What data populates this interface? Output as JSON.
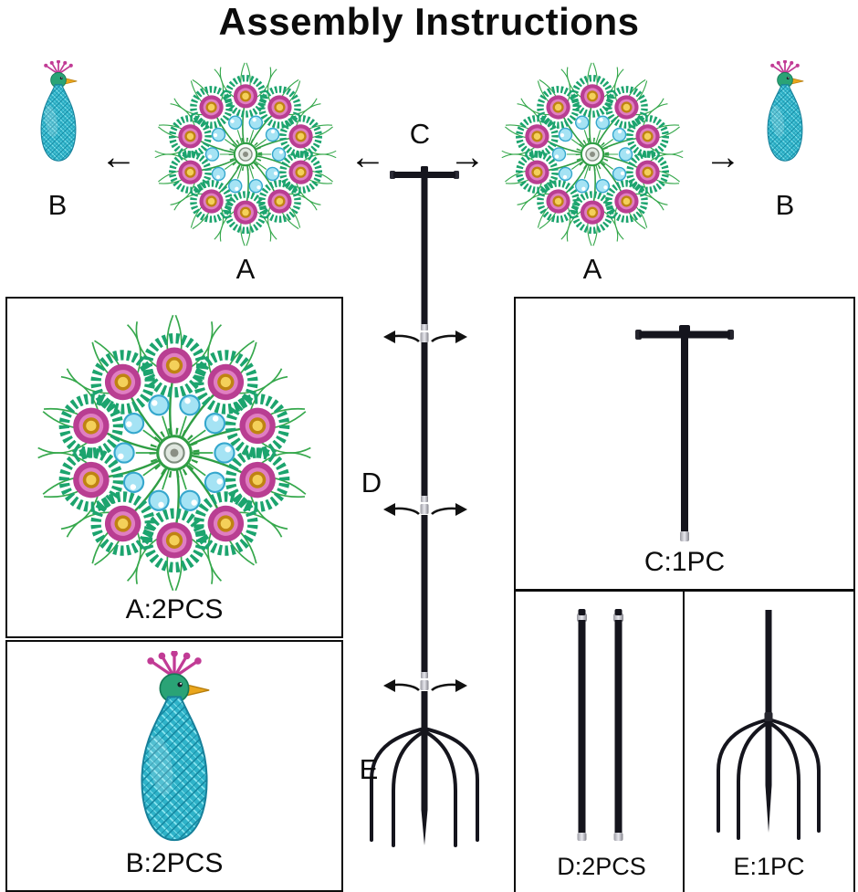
{
  "title": "Assembly Instructions",
  "icons": {
    "arrow_left": "←",
    "arrow_right": "→",
    "twist_arrow": "curved-rotation-arrow"
  },
  "diagram_labels": {
    "top_left_bird": "B",
    "top_left_wheel": "A",
    "pole_top": "C",
    "top_right_wheel": "A",
    "top_right_bird": "B",
    "pole_middle": "D",
    "pole_base": "E"
  },
  "parts": {
    "wheel": "A:2PCS",
    "bird": "B:2PCS",
    "t_pole": "C:1PC",
    "extension_poles": "D:2PCS",
    "ground_stake": "E:1PC"
  },
  "colors": {
    "feather_green": "#2f9e44",
    "feather_teal": "#1ca46e",
    "eye_magenta": "#b93e92",
    "eye_pink": "#e07ec2",
    "eye_gold": "#f4d05a",
    "bead_blue": "#a5e3f4",
    "body_teal": "#2fb3c9",
    "crown_pink": "#c13b95",
    "beak_gold": "#eaa61c",
    "pole_dark": "#15151d",
    "text": "#0c0c0c"
  }
}
